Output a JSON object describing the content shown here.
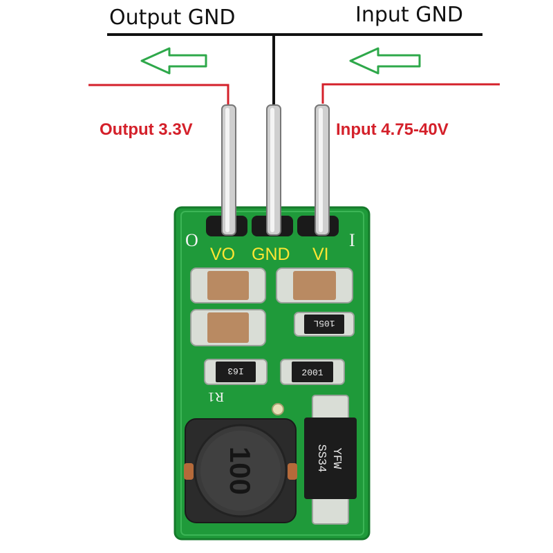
{
  "labels": {
    "output_gnd": "Output GND",
    "input_gnd": "Input GND",
    "output_voltage": "Output 3.3V",
    "input_voltage": "Input 4.75-40V"
  },
  "silkscreen": {
    "vo": "VO",
    "gnd": "GND",
    "vi": "VI",
    "o_mark": "O",
    "i_mark": "I",
    "r1": "R1"
  },
  "components": {
    "chip_a": "105L",
    "chip_b": "I63",
    "chip_c": "2001",
    "inductor": "100",
    "diode_top": "YFW",
    "diode_bottom": "SS34"
  },
  "colors": {
    "ground_line": "#111111",
    "power_line": "#d4202a",
    "arrow": "#2ea84a",
    "pcb": "#1f9a3a",
    "silk": "#ffe633"
  }
}
